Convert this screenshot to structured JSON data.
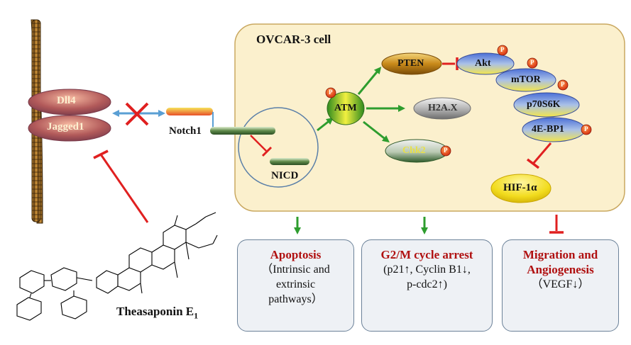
{
  "cell_label": "OVCAR-3 cell",
  "membrane": {
    "ligands": [
      "Dll4",
      "Jagged1"
    ]
  },
  "receptor": {
    "label": "Notch1",
    "cleaved_label": "NICD"
  },
  "compound": {
    "label": "Theasaponin E",
    "subscript": "1"
  },
  "nodes": {
    "atm": "ATM",
    "pten": "PTEN",
    "h2ax": "H2A.X",
    "chk2": "Chk2",
    "akt": "Akt",
    "mtor": "mTOR",
    "p70s6k": "p70S6K",
    "ebp1": "4E-BP1",
    "hif": "HIF-1α",
    "phospho": "P"
  },
  "outcomes": [
    {
      "title": "Apoptosis",
      "detail": "（Intrinsic and\nextrinsic\npathways）"
    },
    {
      "title": "G2/M cycle arrest",
      "detail": "(p21↑, Cyclin B1↓,\np-cdc2↑)"
    },
    {
      "title": "Migration and\nAngiogenesis",
      "detail": "（VEGF↓）"
    }
  ],
  "colors": {
    "activation": "#2e9d2e",
    "inhibition": "#e02020",
    "cell_fill": "#fbf0cd",
    "outcome_title": "#b01010"
  }
}
